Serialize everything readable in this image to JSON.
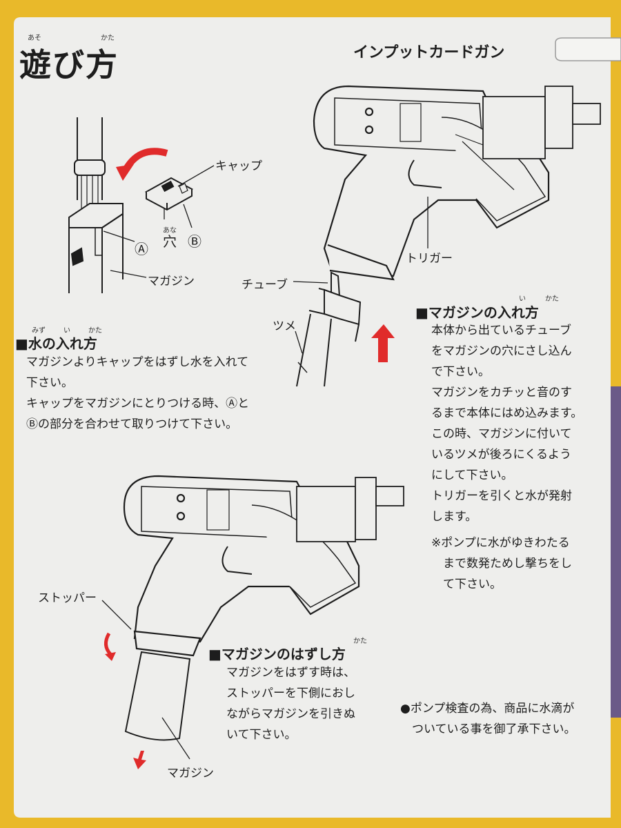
{
  "colors": {
    "background_yellow": "#e9b92a",
    "card_white": "#eeeeec",
    "line_black": "#1d1d1d",
    "arrow_red": "#e02b2b",
    "side_purple": "#6a5a88"
  },
  "header": {
    "title": "遊び方",
    "title_ruby_1": "あそ",
    "title_ruby_2": "かた",
    "product_name": "インプットカードガン"
  },
  "labels": {
    "cap": "キャップ",
    "hole": "穴",
    "hole_ruby": "あな",
    "mark_a": "Ⓐ",
    "mark_b": "Ⓑ",
    "magazine_top": "マガジン",
    "tube": "チューブ",
    "claw": "ツメ",
    "trigger": "トリガー",
    "stopper": "ストッパー",
    "magazine_bottom": "マガジン"
  },
  "sections": {
    "water": {
      "heading": "■水の入れ方",
      "ruby_mizu": "みず",
      "ruby_i": "い",
      "ruby_kata": "かた",
      "body": "マガジンよりキャップをはずし水を入れて\n下さい。\nキャップをマガジンにとりつける時、Ⓐと\nⒷの部分を合わせて取りつけて下さい。"
    },
    "insert": {
      "heading": "■マガジンの入れ方",
      "ruby_i": "い",
      "ruby_kata": "かた",
      "body": "本体から出ているチューブ\nをマガジンの穴にさし込ん\nで下さい。\nマガジンをカチッと音のす\nるまで本体にはめ込みます。\nこの時、マガジンに付いて\nいるツメが後ろにくるよう\nにして下さい。\nトリガーを引くと水が発射\nします。",
      "note": "※ポンプに水がゆきわたる\n　まで数発ためし撃ちをし\n　て下さい。"
    },
    "remove": {
      "heading": "■マガジンのはずし方",
      "ruby_kata": "かた",
      "body": "マガジンをはずす時は、\nストッパーを下側におし\nながらマガジンを引きぬ\nいて下さい。"
    },
    "pump_note": {
      "body": "●ポンプ検査の為、商品に水滴が\n　ついている事を御了承下さい。"
    }
  }
}
